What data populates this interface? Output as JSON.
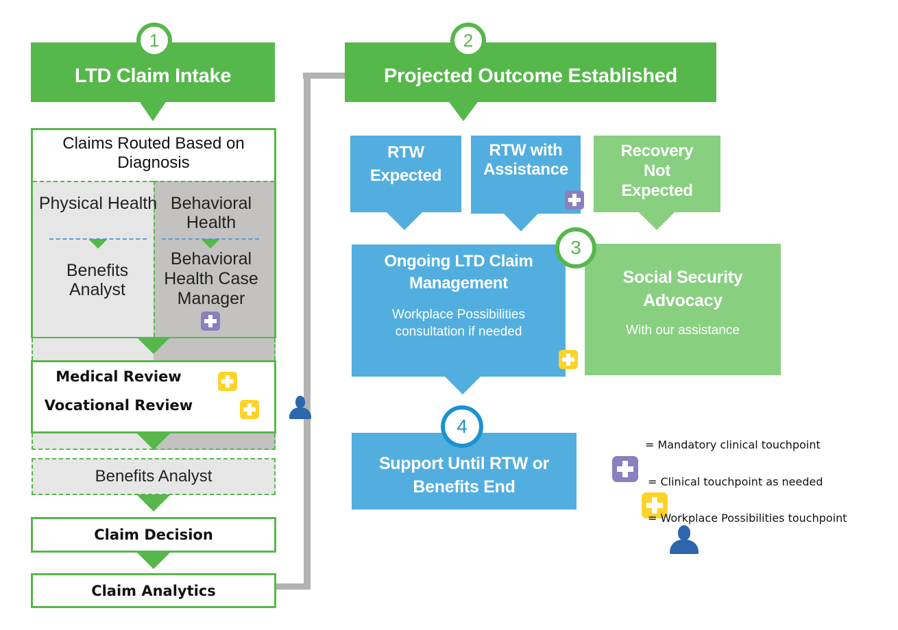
{
  "step1": {
    "number": "1",
    "title": "LTD Claim Intake",
    "routing": {
      "heading": "Claims Routed Based on Diagnosis",
      "physical": {
        "category": "Physical Health",
        "role": "Benefits Analyst"
      },
      "behavioral": {
        "category": "Behavioral Health",
        "role": "Behavioral Health Case Manager",
        "touchpoint": "mandatory-clinical"
      }
    },
    "reviews": [
      {
        "label": "Medical Review",
        "touchpoints": [
          "clinical-as-needed"
        ]
      },
      {
        "label": "Vocational Review",
        "touchpoints": [
          "clinical-as-needed",
          "workplace-possibilities"
        ]
      }
    ],
    "benefits_analyst": "Benefits Analyst",
    "claim_decision": "Claim Decision",
    "claim_analytics": "Claim Analytics"
  },
  "step2": {
    "number": "2",
    "title": "Projected Outcome Established",
    "outcomes": [
      {
        "label": "RTW Expected"
      },
      {
        "label": "RTW with Assistance",
        "touchpoints": [
          "mandatory-clinical",
          "workplace-possibilities"
        ]
      },
      {
        "label": "Recovery Not Expected"
      }
    ]
  },
  "ongoing": {
    "title": "Ongoing LTD Claim Management",
    "subtitle": "Workplace Possibilities consultation if needed",
    "touchpoints": [
      "clinical-as-needed",
      "workplace-possibilities"
    ]
  },
  "step3": {
    "number": "3",
    "title": "Social Security Advocacy",
    "subtitle": "With our assistance"
  },
  "step4": {
    "number": "4",
    "title": "Support Until RTW or Benefits End"
  },
  "legend": [
    {
      "icon": "purple-plus-icon",
      "label": "= Mandatory clinical touchpoint"
    },
    {
      "icon": "yellow-plus-icon",
      "label": "= Clinical touchpoint as needed"
    },
    {
      "icon": "person-icon",
      "label": "= Workplace Possibilities touchpoint"
    }
  ],
  "colors": {
    "green": "#56b74b",
    "light_green": "#88cf80",
    "blue": "#52aedf",
    "purple": "#8a80bd",
    "yellow": "#fdd32b",
    "person_blue": "#2c66ad",
    "connector_gray": "#b4b3b1"
  }
}
